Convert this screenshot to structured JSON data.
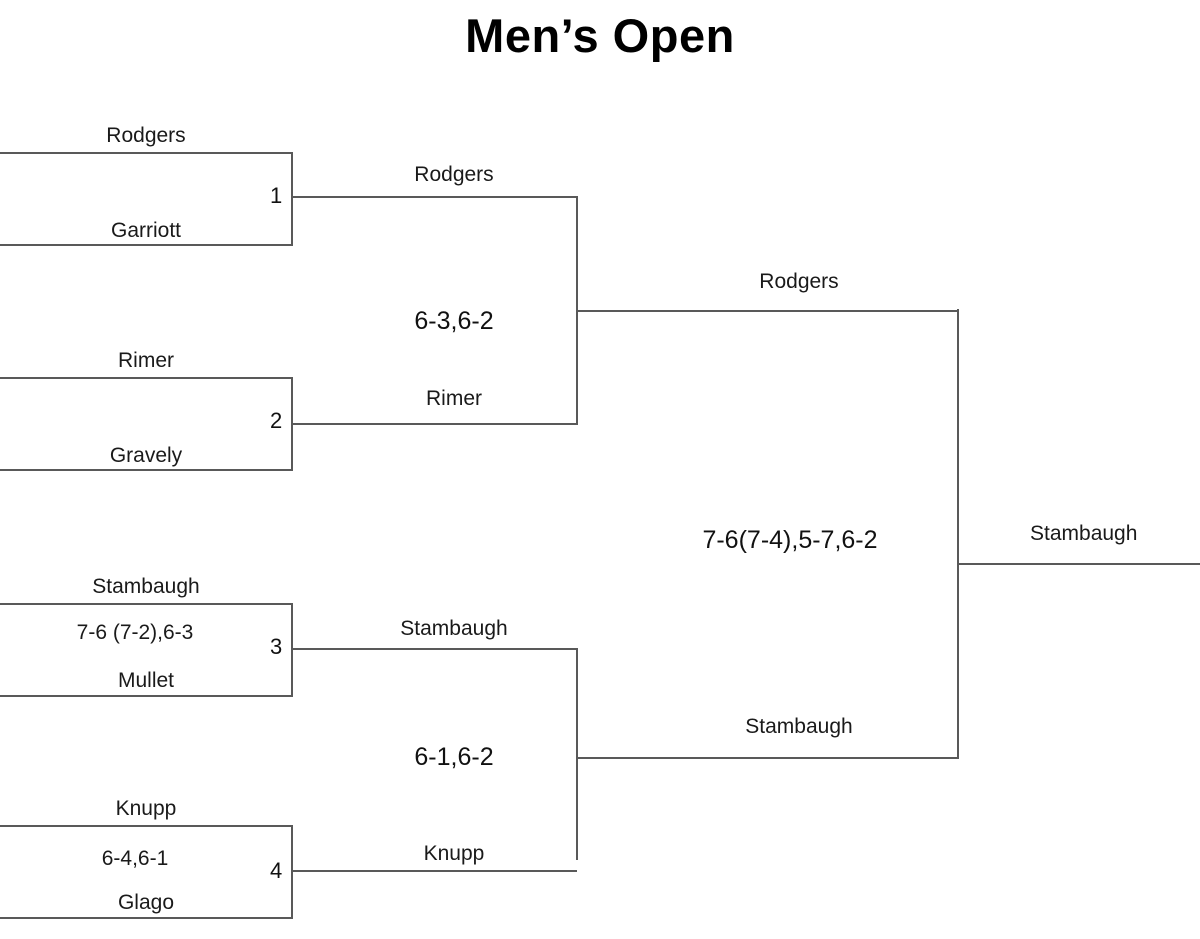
{
  "title": "Men’s Open",
  "colors": {
    "line": "#595959",
    "text": "#111111",
    "background": "#ffffff"
  },
  "rounds": {
    "round1": {
      "matches": [
        {
          "seed": "1",
          "top_player": "Rodgers",
          "bottom_player": "Garriott",
          "score": ""
        },
        {
          "seed": "2",
          "top_player": "Rimer",
          "bottom_player": "Gravely",
          "score": ""
        },
        {
          "seed": "3",
          "top_player": "Stambaugh",
          "bottom_player": "Mullet",
          "score": "7-6 (7-2),6-3"
        },
        {
          "seed": "4",
          "top_player": "Knupp",
          "bottom_player": "Glago",
          "score": "6-4,6-1"
        }
      ]
    },
    "round2": {
      "matches": [
        {
          "top_player": "Rodgers",
          "bottom_player": "Rimer",
          "score": "6-3,6-2"
        },
        {
          "top_player": "Stambaugh",
          "bottom_player": "Knupp",
          "score": "6-1,6-2"
        }
      ]
    },
    "semifinal": {
      "matches": [
        {
          "top_player": "Rodgers",
          "bottom_player": "Stambaugh",
          "score": "7-6(7-4),5-7,6-2"
        }
      ]
    },
    "final": {
      "champion": "Stambaugh"
    }
  }
}
